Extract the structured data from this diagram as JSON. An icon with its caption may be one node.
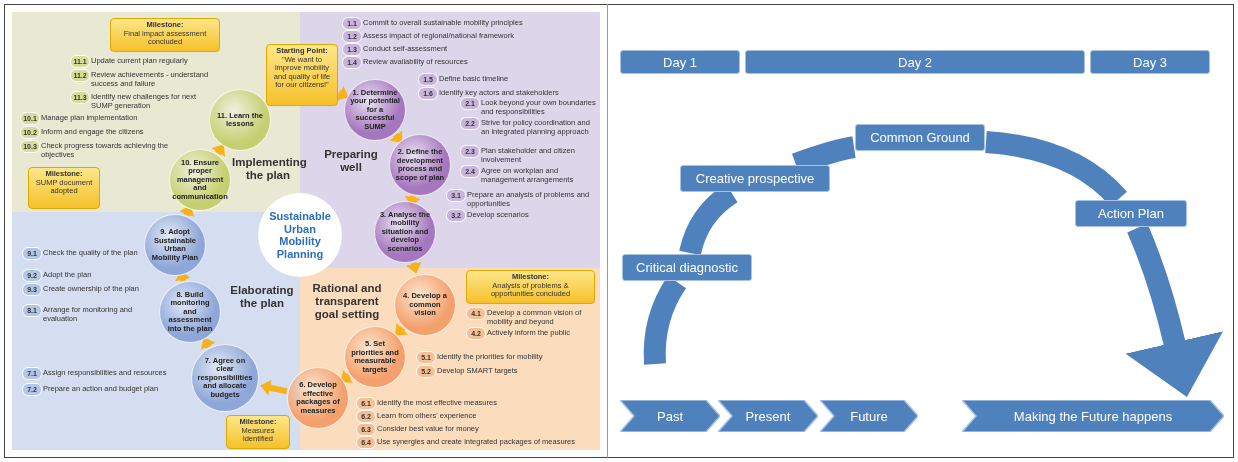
{
  "diagram": {
    "nodes": [
      {
        "text": [
          "Preparing well"
        ]
      },
      {
        "text": [
          "Starting Point:",
          "\"We want to improve mobility and quality of life for our citizens!\""
        ]
      },
      {
        "text": [
          "1. Determine your potential for a successful SUMP"
        ],
        "in": 0,
        "beside": [
          "1.1 Commit to overall sustainable mobility principles",
          "1.2 Assess impact of regional/national framework",
          "1.3 Conduct self-assessment",
          "1.4 Review availability of resources",
          "1.5 Define basic timeline",
          "1.6 Identify key actors and stakeholders"
        ]
      },
      {
        "text": [
          "2. Define the development process and scope of plan"
        ],
        "in": 0,
        "beside": [
          "2.1 Look beyond your own boundaries and responsibilities",
          "2.2 Strive for policy coordination and an integrated planning approach",
          "2.3 Plan stakeholder and citizen involvement",
          "2.4 Agree on workplan and management arrangements"
        ]
      },
      {
        "text": [
          "3. Analyse the mobility situation and develop scenarios"
        ],
        "in": 0,
        "beside": [
          "3.1 Prepare an analysis of problems and opportunities",
          "3.2 Develop scenarios"
        ]
      },
      {
        "text": [
          "Rational and transparent goal setting"
        ]
      },
      {
        "text": [
          "Milestone:",
          "Analysis of problems & opportunities concluded"
        ],
        "in": 5
      },
      {
        "text": [
          "4. Develop a common vision"
        ],
        "in": 5,
        "beside": [
          "4.1 Develop a common vision of mobility and beyond",
          "4.2 Actively inform the public"
        ]
      },
      {
        "text": [
          "5. Set priorities and measurable targets"
        ],
        "in": 5,
        "beside": [
          "5.1 Identify the priorities for mobility",
          "5.2 Develop SMART targets"
        ]
      },
      {
        "text": [
          "6. Develop effective packages of measures"
        ],
        "in": 5,
        "beside": [
          "6.1 Identify the most effective measures",
          "6.2 Learn from others' experience",
          "6.3 Consider best value for money",
          "6.4 Use synergies and create integrated packages of measures"
        ]
      },
      {
        "text": [
          "Milestone:",
          "Measures identified"
        ],
        "in": 11
      },
      {
        "text": [
          "Elaborating the plan"
        ]
      },
      {
        "text": [
          "7. Agree on clear responsibilities and allocate budgets"
        ],
        "in": 11,
        "beside": [
          "7.1 Assign responsibilities and resources",
          "7.2 Prepare an action and budget plan"
        ]
      },
      {
        "text": [
          "8. Build monitoring and assessment into the plan"
        ],
        "in": 11,
        "beside": [
          "8.1 Arrange for monitoring and evaluation"
        ]
      },
      {
        "text": [
          "9. Adopt Sustainable Urban Mobility Plan"
        ],
        "in": 11,
        "beside": [
          "9.1 Check the quality of the plan",
          "9.2 Adopt the plan",
          "9.3 Create ownership of the plan"
        ]
      },
      {
        "text": [
          "Implementing the plan"
        ]
      },
      {
        "text": [
          "Milestone:",
          "SUMP document adopted"
        ],
        "in": 15
      },
      {
        "text": [
          "10. Ensure proper management and communication"
        ],
        "in": 15,
        "beside": [
          "10.1 Manage plan implementation",
          "10.2 Inform and engage the citizens",
          "10.3 Check progress towards achieving the objectives"
        ]
      },
      {
        "text": [
          "11. Learn the lessons"
        ],
        "in": 15,
        "beside": [
          "11.1 Update current plan regularly",
          "11.2 Review achievements - understand success and failure",
          "11.3 Identify new challenges for next SUMP generation"
        ]
      },
      {
        "text": [
          "Milestone:",
          "Final impact assessment concluded"
        ],
        "in": 15
      },
      {
        "text": [
          "Sustainable Urban Mobility Planning"
        ]
      },
      {
        "text": [
          "Day 1"
        ]
      },
      {
        "text": [
          "Day 2"
        ]
      },
      {
        "text": [
          "Day 3"
        ]
      },
      {
        "text": [
          "Critical diagnostic"
        ]
      },
      {
        "text": [
          "Creative prospective"
        ]
      },
      {
        "text": [
          "Common Ground"
        ]
      },
      {
        "text": [
          "Action Plan"
        ]
      },
      {
        "text": [
          "Past"
        ]
      },
      {
        "text": [
          "Present"
        ]
      },
      {
        "text": [
          "Future"
        ]
      },
      {
        "text": [
          "Making the Future happens"
        ]
      }
    ],
    "edges": [
      {
        "from": 1,
        "to": 2,
        "arrow": "to"
      },
      {
        "from": 2,
        "to": 3,
        "arrow": "to"
      },
      {
        "from": 3,
        "to": 4,
        "arrow": "to"
      },
      {
        "from": 4,
        "to": 7,
        "arrow": "to"
      },
      {
        "from": 7,
        "to": 8,
        "arrow": "to"
      },
      {
        "from": 8,
        "to": 9,
        "arrow": "to"
      },
      {
        "from": 9,
        "to": 12,
        "arrow": "to"
      },
      {
        "from": 12,
        "to": 13,
        "arrow": "to"
      },
      {
        "from": 13,
        "to": 14,
        "arrow": "to"
      },
      {
        "from": 14,
        "to": 17,
        "arrow": "to"
      },
      {
        "from": 17,
        "to": 18,
        "arrow": "to"
      },
      {
        "from": null,
        "to": 24,
        "arrow": "none",
        "style": "thick",
        "color": "#4f81bd"
      },
      {
        "from": 24,
        "to": 25,
        "arrow": "none",
        "style": "thick",
        "color": "#4f81bd"
      },
      {
        "from": 25,
        "to": 26,
        "arrow": "none",
        "style": "thick",
        "color": "#4f81bd"
      },
      {
        "from": 26,
        "to": 27,
        "arrow": "none",
        "style": "thick",
        "color": "#4f81bd"
      },
      {
        "from": 27,
        "to": 31,
        "arrow": "to",
        "style": "thick",
        "color": "#4f81bd"
      }
    ]
  }
}
